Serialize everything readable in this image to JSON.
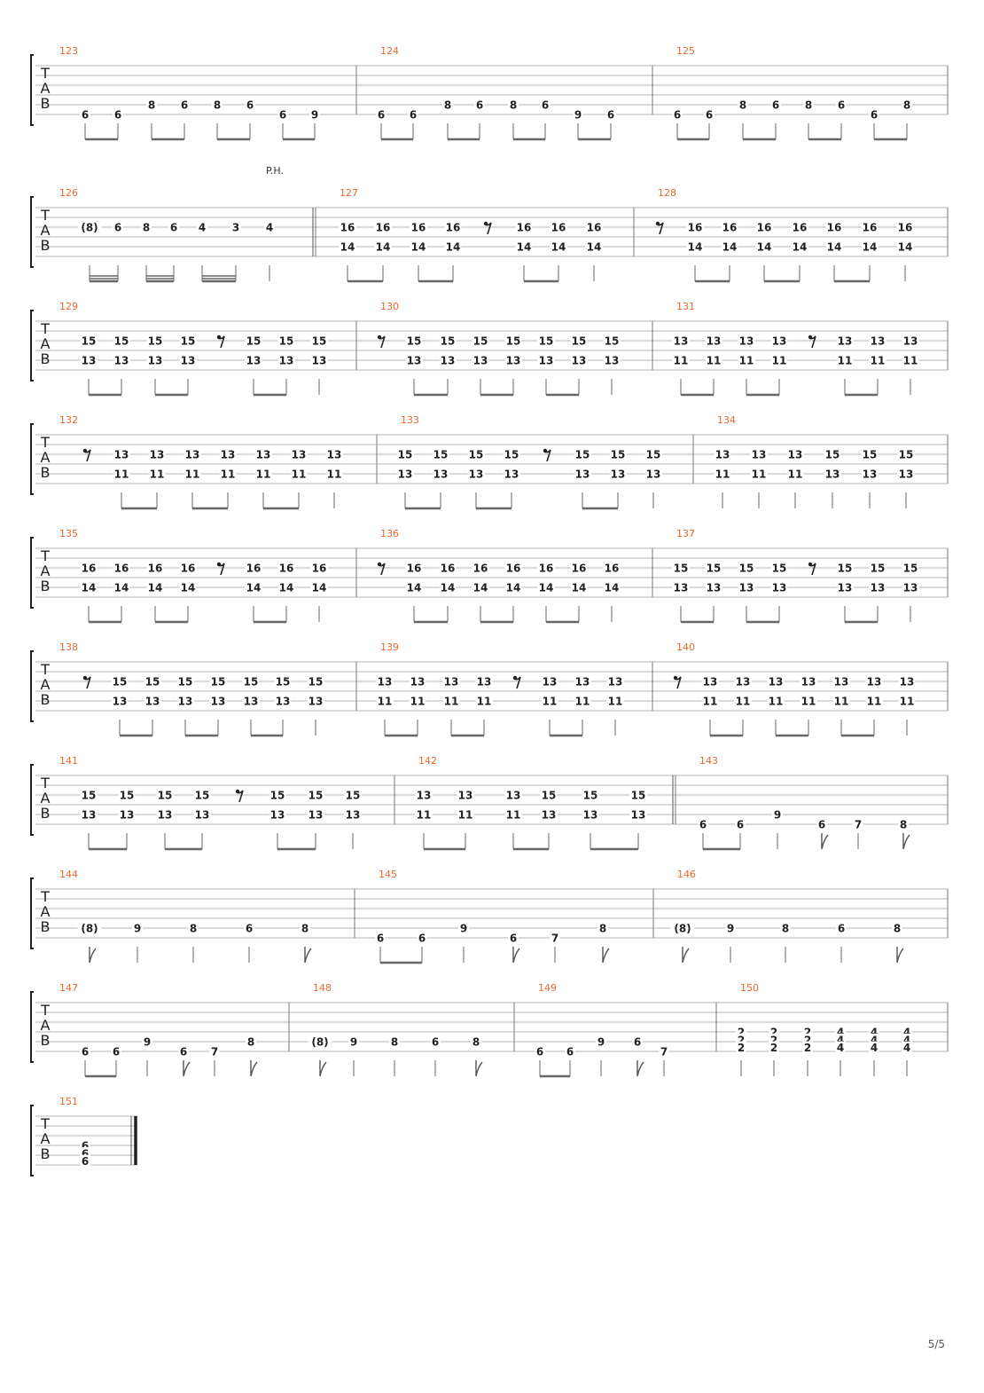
{
  "page_number": "5/5",
  "strings_label": [
    "T",
    "A",
    "B"
  ],
  "annotation": "P.H.",
  "systems": [
    {
      "measures": [
        {
          "num": "123",
          "notes": [
            {
              "s": 5,
              "f": "6"
            },
            {
              "s": 5,
              "f": "6"
            },
            {
              "s": 4,
              "f": "8"
            },
            {
              "s": 4,
              "f": "6"
            },
            {
              "s": 4,
              "f": "8"
            },
            {
              "s": 4,
              "f": "6"
            },
            {
              "s": 5,
              "f": "6"
            },
            {
              "s": 5,
              "f": "9"
            }
          ]
        },
        {
          "num": "124",
          "notes": [
            {
              "s": 5,
              "f": "6"
            },
            {
              "s": 5,
              "f": "6"
            },
            {
              "s": 4,
              "f": "8"
            },
            {
              "s": 4,
              "f": "6"
            },
            {
              "s": 4,
              "f": "8"
            },
            {
              "s": 4,
              "f": "6"
            },
            {
              "s": 5,
              "f": "9"
            },
            {
              "s": 5,
              "f": "6"
            }
          ]
        },
        {
          "num": "125",
          "notes": [
            {
              "s": 5,
              "f": "6"
            },
            {
              "s": 5,
              "f": "6"
            },
            {
              "s": 4,
              "f": "8"
            },
            {
              "s": 4,
              "f": "6"
            },
            {
              "s": 4,
              "f": "8"
            },
            {
              "s": 4,
              "f": "6"
            },
            {
              "s": 5,
              "f": "6"
            },
            {
              "s": 4,
              "f": "8"
            }
          ]
        }
      ]
    },
    {
      "measures": [
        {
          "num": "126",
          "notes": [
            {
              "s": 2,
              "f": "(8)"
            },
            {
              "s": 2,
              "f": "6"
            },
            {
              "s": 2,
              "f": "8"
            },
            {
              "s": 2,
              "f": "6"
            },
            {
              "s": 2,
              "f": "4"
            },
            {
              "s": 2,
              "f": "3"
            },
            {
              "s": 2,
              "f": "4"
            }
          ]
        },
        {
          "num": "127",
          "chords": [
            [
              "16",
              "14"
            ],
            [
              "16",
              "14"
            ],
            [
              "16",
              "14"
            ],
            [
              "16",
              "14"
            ],
            null,
            [
              "16",
              "14"
            ],
            [
              "16",
              "14"
            ],
            [
              "16",
              "14"
            ]
          ]
        },
        {
          "num": "128",
          "chords": [
            null,
            [
              "16",
              "14"
            ],
            [
              "16",
              "14"
            ],
            [
              "16",
              "14"
            ],
            [
              "16",
              "14"
            ],
            [
              "16",
              "14"
            ],
            [
              "16",
              "14"
            ],
            [
              "16",
              "14"
            ]
          ]
        }
      ]
    },
    {
      "measures": [
        {
          "num": "129",
          "chords": [
            [
              "15",
              "13"
            ],
            [
              "15",
              "13"
            ],
            [
              "15",
              "13"
            ],
            [
              "15",
              "13"
            ],
            null,
            [
              "15",
              "13"
            ],
            [
              "15",
              "13"
            ],
            [
              "15",
              "13"
            ]
          ]
        },
        {
          "num": "130",
          "chords": [
            null,
            [
              "15",
              "13"
            ],
            [
              "15",
              "13"
            ],
            [
              "15",
              "13"
            ],
            [
              "15",
              "13"
            ],
            [
              "15",
              "13"
            ],
            [
              "15",
              "13"
            ],
            [
              "15",
              "13"
            ]
          ]
        },
        {
          "num": "131",
          "chords": [
            [
              "13",
              "11"
            ],
            [
              "13",
              "11"
            ],
            [
              "13",
              "11"
            ],
            [
              "13",
              "11"
            ],
            null,
            [
              "13",
              "11"
            ],
            [
              "13",
              "11"
            ],
            [
              "13",
              "11"
            ]
          ]
        }
      ]
    },
    {
      "measures": [
        {
          "num": "132",
          "chords": [
            null,
            [
              "13",
              "11"
            ],
            [
              "13",
              "11"
            ],
            [
              "13",
              "11"
            ],
            [
              "13",
              "11"
            ],
            [
              "13",
              "11"
            ],
            [
              "13",
              "11"
            ],
            [
              "13",
              "11"
            ]
          ]
        },
        {
          "num": "133",
          "chords": [
            [
              "15",
              "13"
            ],
            [
              "15",
              "13"
            ],
            [
              "15",
              "13"
            ],
            [
              "15",
              "13"
            ],
            null,
            [
              "15",
              "13"
            ],
            [
              "15",
              "13"
            ],
            [
              "15",
              "13"
            ]
          ]
        },
        {
          "num": "134",
          "chords": [
            [
              "13",
              "11"
            ],
            [
              "13",
              "11"
            ],
            [
              "13",
              "11"
            ],
            [
              "15",
              "13"
            ],
            [
              "15",
              "13"
            ],
            [
              "15",
              "13"
            ]
          ]
        }
      ]
    },
    {
      "measures": [
        {
          "num": "135",
          "chords": [
            [
              "16",
              "14"
            ],
            [
              "16",
              "14"
            ],
            [
              "16",
              "14"
            ],
            [
              "16",
              "14"
            ],
            null,
            [
              "16",
              "14"
            ],
            [
              "16",
              "14"
            ],
            [
              "16",
              "14"
            ]
          ]
        },
        {
          "num": "136",
          "chords": [
            null,
            [
              "16",
              "14"
            ],
            [
              "16",
              "14"
            ],
            [
              "16",
              "14"
            ],
            [
              "16",
              "14"
            ],
            [
              "16",
              "14"
            ],
            [
              "16",
              "14"
            ],
            [
              "16",
              "14"
            ]
          ]
        },
        {
          "num": "137",
          "chords": [
            [
              "15",
              "13"
            ],
            [
              "15",
              "13"
            ],
            [
              "15",
              "13"
            ],
            [
              "15",
              "13"
            ],
            null,
            [
              "15",
              "13"
            ],
            [
              "15",
              "13"
            ],
            [
              "15",
              "13"
            ]
          ]
        }
      ]
    },
    {
      "measures": [
        {
          "num": "138",
          "chords": [
            null,
            [
              "15",
              "13"
            ],
            [
              "15",
              "13"
            ],
            [
              "15",
              "13"
            ],
            [
              "15",
              "13"
            ],
            [
              "15",
              "13"
            ],
            [
              "15",
              "13"
            ],
            [
              "15",
              "13"
            ]
          ]
        },
        {
          "num": "139",
          "chords": [
            [
              "13",
              "11"
            ],
            [
              "13",
              "11"
            ],
            [
              "13",
              "11"
            ],
            [
              "13",
              "11"
            ],
            null,
            [
              "13",
              "11"
            ],
            [
              "13",
              "11"
            ],
            [
              "13",
              "11"
            ]
          ]
        },
        {
          "num": "140",
          "chords": [
            null,
            [
              "13",
              "11"
            ],
            [
              "13",
              "11"
            ],
            [
              "13",
              "11"
            ],
            [
              "13",
              "11"
            ],
            [
              "13",
              "11"
            ],
            [
              "13",
              "11"
            ],
            [
              "13",
              "11"
            ]
          ]
        }
      ]
    },
    {
      "measures": [
        {
          "num": "141",
          "chords": [
            [
              "15",
              "13"
            ],
            [
              "15",
              "13"
            ],
            [
              "15",
              "13"
            ],
            [
              "15",
              "13"
            ],
            null,
            [
              "15",
              "13"
            ],
            [
              "15",
              "13"
            ],
            [
              "15",
              "13"
            ]
          ]
        },
        {
          "num": "142",
          "chords": [
            [
              "13",
              "11"
            ],
            [
              "13",
              "11"
            ],
            [
              "13",
              "11"
            ],
            [
              "15",
              "13"
            ],
            [
              "15",
              "13"
            ],
            [
              "15",
              "13"
            ]
          ]
        },
        {
          "num": "143",
          "notes": [
            {
              "s": 5,
              "f": "6"
            },
            {
              "s": 5,
              "f": "6"
            },
            {
              "s": 4,
              "f": "9"
            },
            {
              "s": 5,
              "f": "6"
            },
            {
              "s": 5,
              "f": "7"
            },
            {
              "s": 5,
              "f": "8"
            }
          ]
        }
      ]
    },
    {
      "measures": [
        {
          "num": "144",
          "notes": [
            {
              "s": 4,
              "f": "(8)"
            },
            {
              "s": 4,
              "f": "9"
            },
            {
              "s": 4,
              "f": "8"
            },
            {
              "s": 4,
              "f": "6"
            },
            {
              "s": 4,
              "f": "8"
            }
          ]
        },
        {
          "num": "145",
          "notes": [
            {
              "s": 5,
              "f": "6"
            },
            {
              "s": 5,
              "f": "6"
            },
            {
              "s": 4,
              "f": "9"
            },
            {
              "s": 5,
              "f": "6"
            },
            {
              "s": 5,
              "f": "7"
            },
            {
              "s": 4,
              "f": "8"
            }
          ]
        },
        {
          "num": "146",
          "notes": [
            {
              "s": 4,
              "f": "(8)"
            },
            {
              "s": 4,
              "f": "9"
            },
            {
              "s": 4,
              "f": "8"
            },
            {
              "s": 4,
              "f": "6"
            },
            {
              "s": 4,
              "f": "8"
            }
          ]
        }
      ]
    },
    {
      "measures": [
        {
          "num": "147",
          "notes": [
            {
              "s": 5,
              "f": "6"
            },
            {
              "s": 5,
              "f": "6"
            },
            {
              "s": 4,
              "f": "9"
            },
            {
              "s": 5,
              "f": "6"
            },
            {
              "s": 5,
              "f": "7"
            },
            {
              "s": 4,
              "f": "8"
            }
          ]
        },
        {
          "num": "148",
          "notes": [
            {
              "s": 4,
              "f": "(8)"
            },
            {
              "s": 4,
              "f": "9"
            },
            {
              "s": 4,
              "f": "8"
            },
            {
              "s": 4,
              "f": "6"
            },
            {
              "s": 4,
              "f": "8"
            }
          ]
        },
        {
          "num": "149",
          "notes": [
            {
              "s": 5,
              "f": "6"
            },
            {
              "s": 5,
              "f": "6"
            },
            {
              "s": 4,
              "f": "9"
            },
            {
              "s": 4,
              "f": "6"
            },
            {
              "s": 5,
              "f": "7"
            }
          ]
        },
        {
          "num": "150",
          "chords": [
            [
              "2",
              "2",
              "2"
            ],
            [
              "2",
              "2",
              "2"
            ],
            [
              "2",
              "2",
              "2"
            ],
            [
              "4",
              "4",
              "4"
            ],
            [
              "4",
              "4",
              "4"
            ],
            [
              "4",
              "4",
              "4"
            ]
          ]
        }
      ]
    },
    {
      "measures": [
        {
          "num": "151",
          "chords": [
            [
              "6",
              "6",
              "6"
            ]
          ]
        }
      ]
    }
  ]
}
